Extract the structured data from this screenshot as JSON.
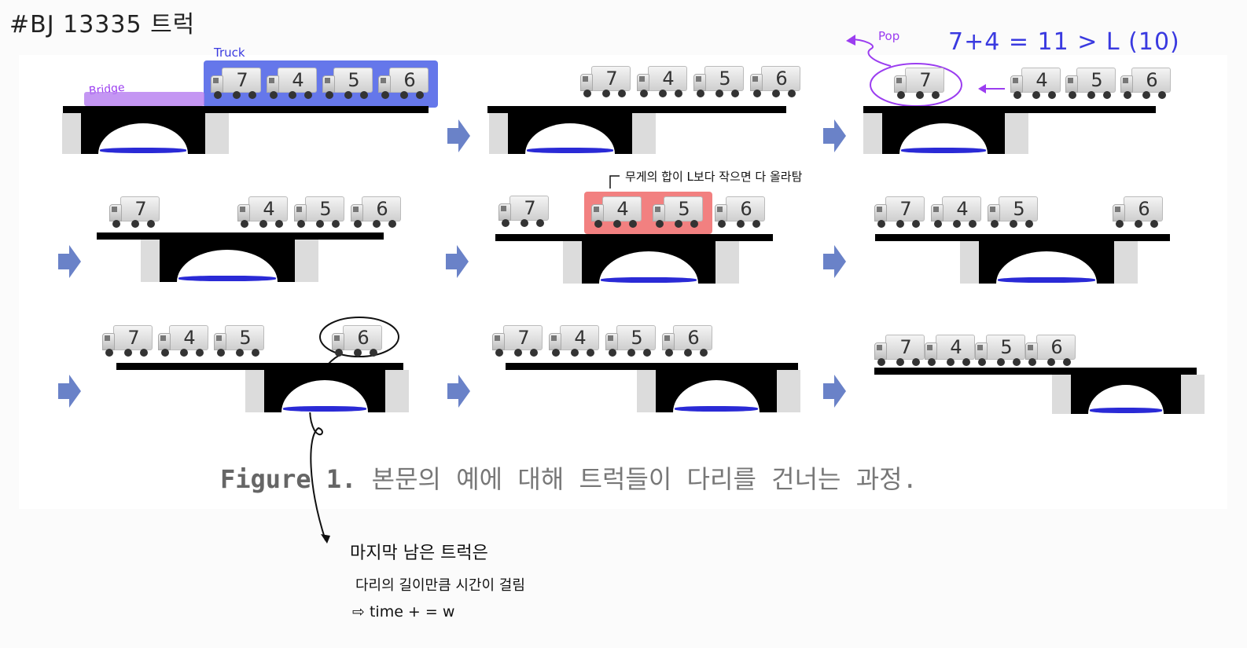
{
  "title": "#BJ 13335 트럭",
  "annotations": {
    "truck_label": "Truck",
    "bridge_label": "Bridge",
    "pop_label": "Pop",
    "formula": "7+4 = 11 > L (10)",
    "sum_note": "무게의 합이 L보다 작으면 다 올라탐",
    "last_note_1": "마지막 남은 트럭은",
    "last_note_2": "다리의 길이만큼 시간이 걸림",
    "last_note_3": "⇨ time + = w"
  },
  "caption": {
    "prefix": "Figure 1.",
    "text": "본문의 예에 대해 트럭들이 다리를 건너는 과정."
  },
  "trucks": [
    "7",
    "4",
    "5",
    "6"
  ],
  "colors": {
    "truck_highlight": "#4a5fe6",
    "bridge_highlight": "#b57cf0",
    "on_bridge_highlight": "#f06a6a",
    "purple_ink": "#9b3df0",
    "blue_ink": "#3a3ae0",
    "arrow_fill": "#6a82c8"
  }
}
